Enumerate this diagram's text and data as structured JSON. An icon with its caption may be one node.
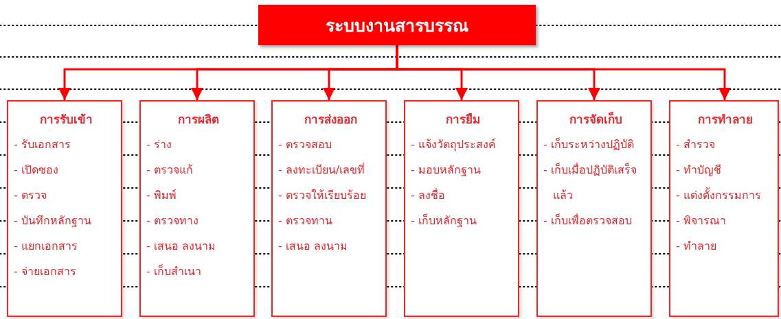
{
  "diagram": {
    "nodes": [
      {
        "text": [
          "ระบบงานสารบรรณ"
        ]
      },
      {
        "text": [
          "การรับเข้า",
          "- รับเอกสาร",
          "- เปิดซอง",
          "- ตรวจ",
          "- บันทึกหลักฐาน",
          "- แยกเอกสาร",
          "- จ่ายเอกสาร"
        ]
      },
      {
        "text": [
          "การผลิต",
          "- ร่าง",
          "- ตรวจแก้",
          "- พิมพ์",
          "- ตรวจทาง",
          "- เสนอ ลงนาม",
          "- เก็บสำเนา"
        ]
      },
      {
        "text": [
          "การส่งออก",
          "- ตรวจสอบ",
          "- ลงทะเบียน/เลขที่",
          "- ตรวจให้เรียบร้อย",
          "- ตรวจทาน",
          "- เสนอ ลงนาม"
        ]
      },
      {
        "text": [
          "การยืม",
          "- แจ้งวัตถุประสงค์",
          "- มอบหลักฐาน",
          "- ลงชื่อ",
          "- เก็บหลักฐาน"
        ]
      },
      {
        "text": [
          "การจัดเก็บ",
          "- เก็บระหว่างปฏิบัติ",
          "- เก็บเมื่อปฏิบัติเสร็จแล้ว",
          "- เก็บเพื่อตรวจสอบ"
        ]
      },
      {
        "text": [
          "การทำลาย",
          "- สำรวจ",
          "- ทำบัญชี",
          "- แต่งตั้งกรรมการ",
          "- พิจารณา",
          "- ทำลาย"
        ]
      }
    ],
    "edges": [
      {
        "from": 0,
        "to": 1,
        "arrow": "to"
      },
      {
        "from": 0,
        "to": 2,
        "arrow": "to"
      },
      {
        "from": 0,
        "to": 3,
        "arrow": "to"
      },
      {
        "from": 0,
        "to": 4,
        "arrow": "to"
      },
      {
        "from": 0,
        "to": 5,
        "arrow": "to"
      },
      {
        "from": 0,
        "to": 6,
        "arrow": "to"
      }
    ]
  }
}
